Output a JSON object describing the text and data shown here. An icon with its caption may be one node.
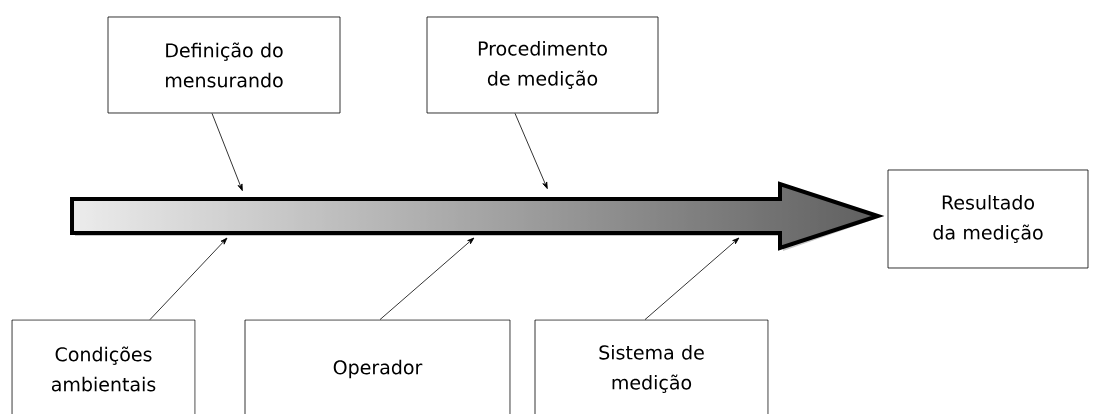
{
  "diagram": {
    "nodes": [
      {
        "text": [
          "Definição do mensurando"
        ]
      },
      {
        "text": [
          "Procedimento de medição"
        ]
      },
      {
        "text": [],
        "shape": "arrow"
      },
      {
        "text": [
          "Resultado da medição"
        ]
      },
      {
        "text": [
          "Condições ambientais"
        ]
      },
      {
        "text": [
          "Operador"
        ]
      },
      {
        "text": [
          "Sistema de medição"
        ]
      }
    ],
    "edges": [
      {
        "from": 0,
        "to": 2,
        "arrow": "to"
      },
      {
        "from": 1,
        "to": 2,
        "arrow": "to"
      },
      {
        "from": 4,
        "to": 2,
        "arrow": "to"
      },
      {
        "from": 5,
        "to": 2,
        "arrow": "to"
      },
      {
        "from": 6,
        "to": 2,
        "arrow": "to"
      }
    ]
  }
}
